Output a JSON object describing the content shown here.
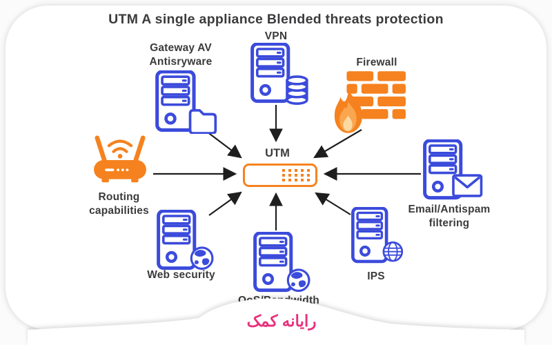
{
  "title": "UTM A single appliance Blended threats protection",
  "center": {
    "label": "UTM",
    "icon": "utm-appliance-icon"
  },
  "nodes": {
    "gateway": {
      "label": "Gateway AV\nAntisryware",
      "icon": "server-folder-icon"
    },
    "vpn": {
      "label": "VPN",
      "icon": "server-database-icon"
    },
    "firewall": {
      "label": "Firewall",
      "icon": "firewall-brick-flame-icon"
    },
    "routing": {
      "label": "Routing\ncapabilities",
      "icon": "wifi-router-icon"
    },
    "email": {
      "label": "Email/Antispam\nfiltering",
      "icon": "server-envelope-icon"
    },
    "web": {
      "label": "Web security",
      "icon": "server-globe-icon"
    },
    "qos": {
      "label": "QoS/Bandwidth\nmanagement",
      "icon": "server-globe-icon"
    },
    "ips": {
      "label": "IPS",
      "icon": "server-wireframe-globe-icon"
    }
  },
  "watermark": {
    "text": "رایانه کمک"
  },
  "colors": {
    "blue": "#3B4BDB",
    "orange": "#F5821F",
    "text": "#3B3B3D",
    "arrow": "#1E1E1E",
    "pink": "#E9307C"
  }
}
